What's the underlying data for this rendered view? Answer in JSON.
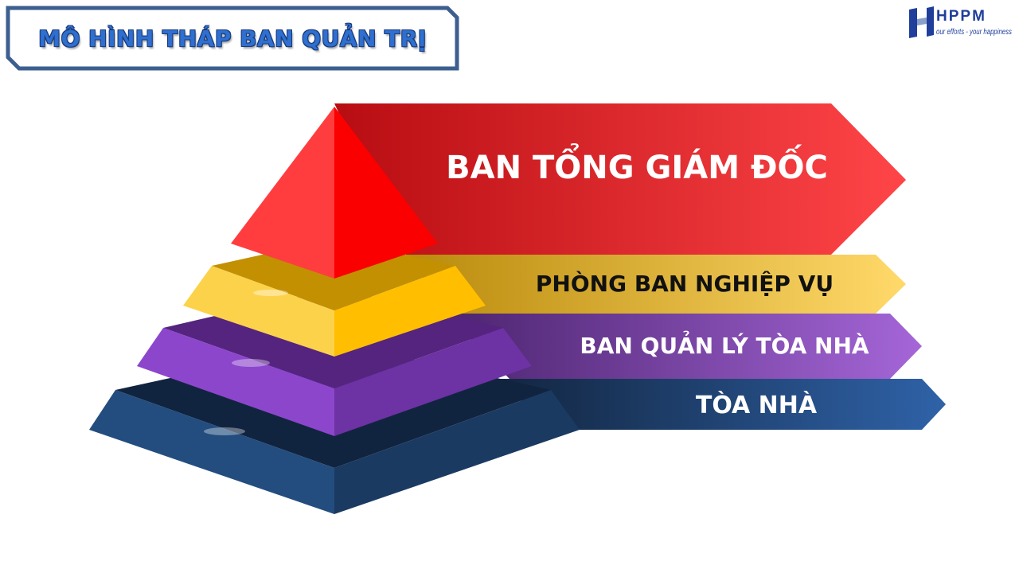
{
  "title": "MÔ HÌNH THÁP BAN QUẢN TRỊ",
  "logo": {
    "name": "HPPM",
    "tagline": "our efforts - your happiness",
    "brand_color": "#1f3f9a"
  },
  "levels": [
    {
      "label": "BAN TỔNG GIÁM ĐỐC",
      "color": "#e8262b"
    },
    {
      "label": "PHÒNG BAN NGHIỆP VỤ",
      "color": "#f7c338"
    },
    {
      "label": "BAN QUẢN LÝ TÒA NHÀ",
      "color": "#8a43c6"
    },
    {
      "label": "TÒA NHÀ",
      "color": "#244f8a"
    }
  ]
}
